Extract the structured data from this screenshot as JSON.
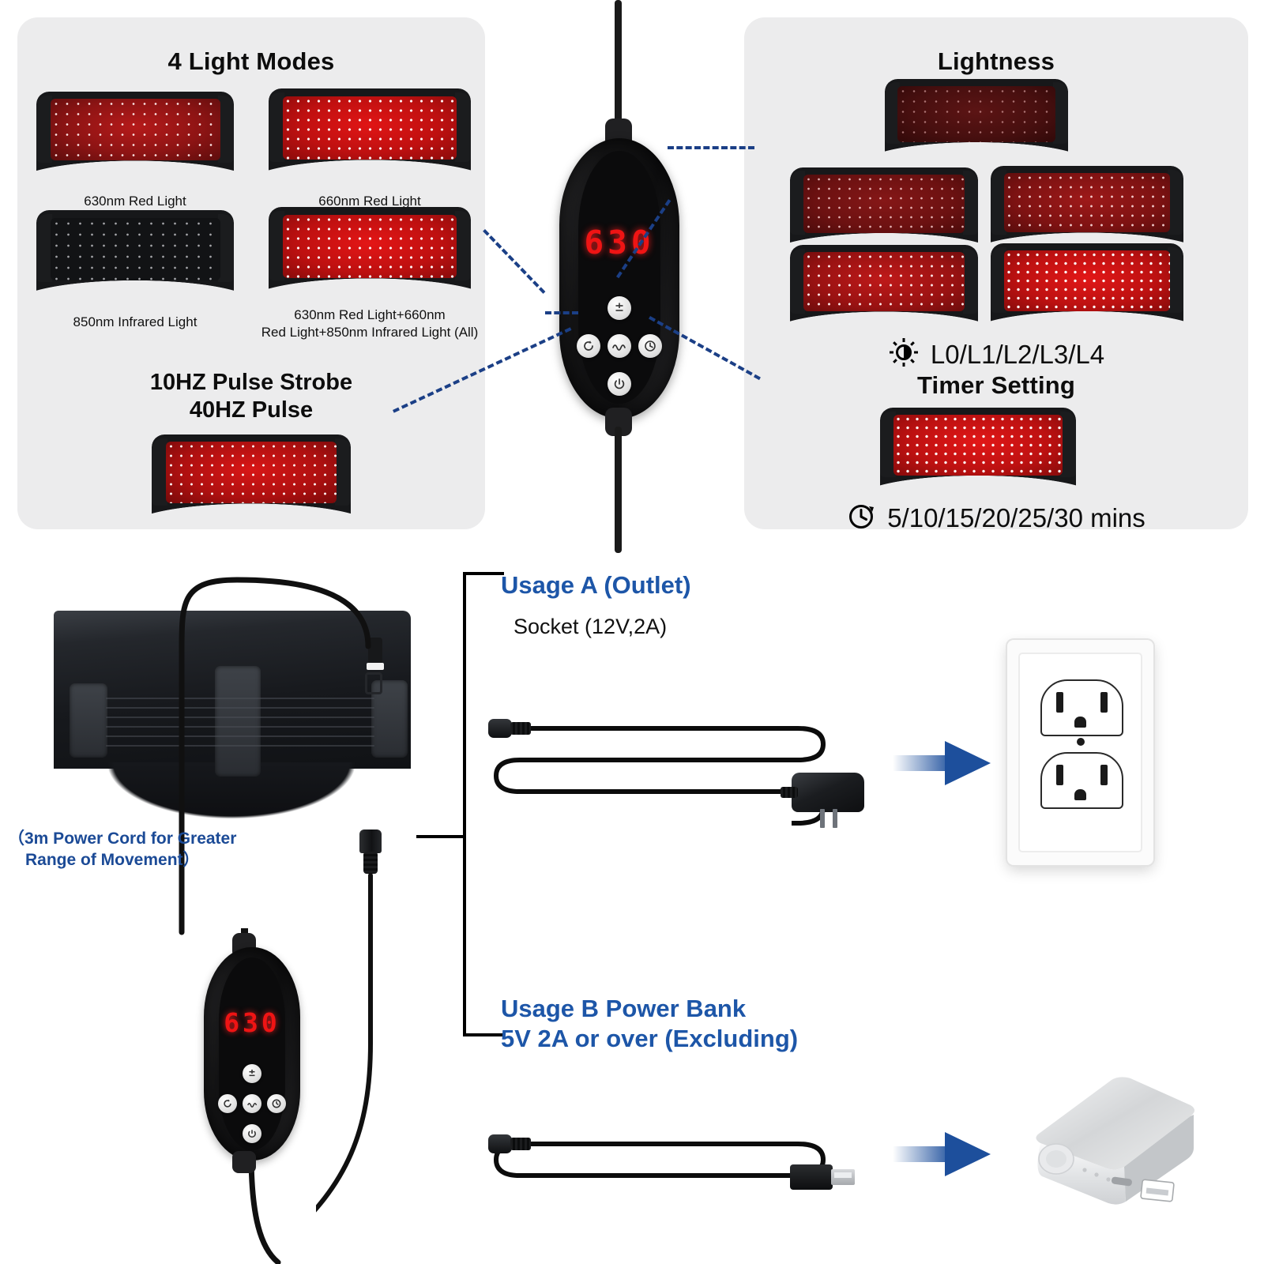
{
  "panels": {
    "light_modes": {
      "title": "4 Light Modes",
      "modes": [
        {
          "label": "630nm Red Light",
          "icon": "led-pad-630"
        },
        {
          "label": "660nm Red Light",
          "icon": "led-pad-660"
        },
        {
          "label": "850nm Infrared Light",
          "icon": "led-pad-850"
        },
        {
          "label": "630nm Red Light+660nm\nRed Light+850nm Infrared Light (All)",
          "icon": "led-pad-all"
        }
      ],
      "pulse_title_line1": "10HZ Pulse Strobe",
      "pulse_title_line2": "40HZ Pulse",
      "pulse_pad_icon": "led-pad-pulse"
    },
    "lightness": {
      "title": "Lightness",
      "levels_label": "L0/L1/L2/L3/L4",
      "brightness_icon": "brightness-icon",
      "pads": [
        "level-0-pad",
        "level-1-pad",
        "level-2-pad",
        "level-3-pad",
        "level-4-pad"
      ]
    },
    "timer": {
      "title": "Timer Setting",
      "durations_label": "5/10/15/20/25/30 mins",
      "clock_icon": "clock-icon",
      "pad_icon": "timer-pad"
    }
  },
  "controller": {
    "display_value": "630",
    "buttons": [
      {
        "name": "plus-minus-button",
        "glyph": "±"
      },
      {
        "name": "brightness-cycle-button",
        "glyph": "cycle"
      },
      {
        "name": "mode-wave-button",
        "glyph": "wave"
      },
      {
        "name": "timer-clock-button",
        "glyph": "clock"
      },
      {
        "name": "power-button",
        "glyph": "power"
      }
    ]
  },
  "product": {
    "belt_name": "red-light-therapy-belt",
    "cord_note_line1": "（3m Power Cord for Greater",
    "cord_note_line2": "Range of Movement）"
  },
  "usage": {
    "a": {
      "heading": "Usage A (Outlet)",
      "sub": "Socket (12V,2A)",
      "cable_name": "dc-power-adapter-cable",
      "target_name": "wall-outlet"
    },
    "b": {
      "heading_line1": "Usage B Power Bank",
      "heading_line2": "5V 2A or over (Excluding)",
      "cable_name": "usb-to-dc-cable",
      "target_name": "power-bank"
    }
  },
  "colors": {
    "panel_bg": "#ececed",
    "accent_blue": "#1d56a8",
    "dash_blue": "#1b3f86",
    "led_red": "#e01b1b",
    "display_red": "#ef1414"
  }
}
